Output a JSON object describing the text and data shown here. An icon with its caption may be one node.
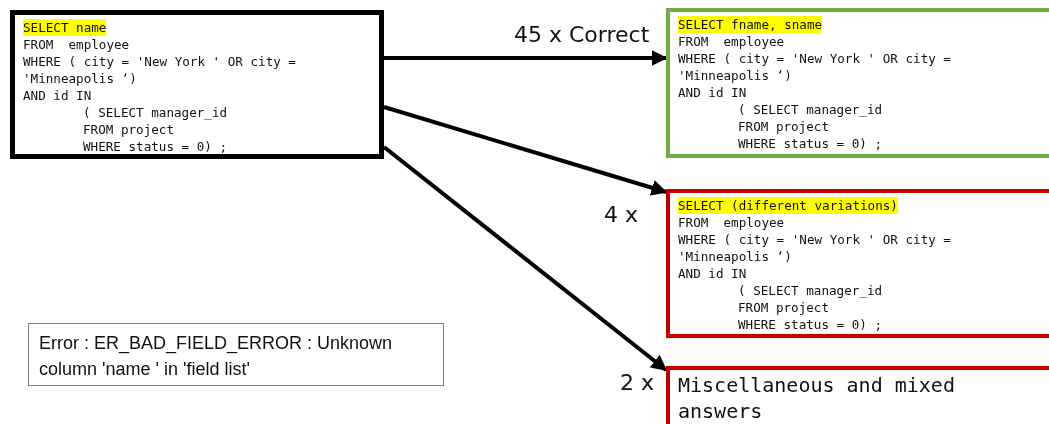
{
  "diagram": {
    "nodes": [
      {
        "text": [
          "SELECT name",
          "FROM  employee",
          "WHERE ( city = 'New York ' OR city = 'Minneapolis ‘)",
          "AND id IN",
          "( SELECT manager_id",
          "FROM project",
          "WHERE status = 0) ;"
        ]
      },
      {
        "text": [
          "SELECT fname, sname",
          "FROM  employee",
          "WHERE ( city = 'New York ' OR city = 'Minneapolis ‘)",
          "AND id IN",
          "( SELECT manager_id",
          "FROM project",
          "WHERE status = 0) ;"
        ]
      },
      {
        "text": [
          "SELECT (different variations)",
          "FROM  employee",
          "WHERE ( city = 'New York ' OR city = 'Minneapolis ‘)",
          "AND id IN",
          "( SELECT manager_id",
          "FROM project",
          "WHERE status = 0) ;"
        ]
      },
      {
        "text": [
          "Miscellaneous and mixed answers"
        ]
      },
      {
        "text": [
          "Error : ER_BAD_FIELD_ERROR : Unknown column 'name ' in 'field list'"
        ]
      }
    ],
    "edges": [
      {
        "from": 0,
        "to": 1,
        "arrow": "to",
        "label": "45 x Correct"
      },
      {
        "from": 0,
        "to": 2,
        "arrow": "to",
        "label": "4 x"
      },
      {
        "from": 0,
        "to": 3,
        "arrow": "to",
        "label": "2 x"
      }
    ]
  }
}
